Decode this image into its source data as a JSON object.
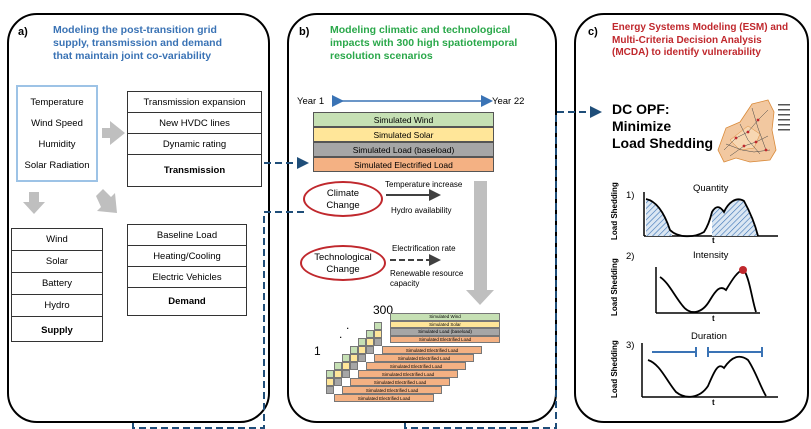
{
  "panel_a": {
    "label": "a)",
    "title": [
      "Modeling the post-transition grid",
      "supply, transmission and demand",
      "that maintain joint co-variability"
    ],
    "title_color": "#3a73b5",
    "climate_vars": [
      "Temperature",
      "Wind Speed",
      "Humidity",
      "Solar Radiation"
    ],
    "transmission": {
      "items": [
        "Transmission expansion",
        "New HVDC lines",
        "Dynamic rating"
      ],
      "label": "Transmission"
    },
    "supply": {
      "items": [
        "Wind",
        "Solar",
        "Battery",
        "Hydro"
      ],
      "label": "Supply"
    },
    "demand": {
      "items": [
        "Baseline Load",
        "Heating/Cooling",
        "Electric Vehicles"
      ],
      "label": "Demand"
    }
  },
  "panel_b": {
    "label": "b)",
    "title": [
      "Modeling climatic and technological",
      "impacts with 300 high spatiotemporal",
      "resolution scenarios"
    ],
    "title_color": "#2aa84a",
    "year_start": "Year 1",
    "year_end": "Year 22",
    "layers": [
      {
        "label": "Simulated Wind",
        "color": "#c6e0b4"
      },
      {
        "label": "Simulated Solar",
        "color": "#ffe699"
      },
      {
        "label": "Simulated Load (baseload)",
        "color": "#a6a6a6"
      },
      {
        "label": "Simulated Electrified Load",
        "color": "#f4b183"
      }
    ],
    "climate_change": "Climate Change",
    "climate_factors": [
      "Temperature increase",
      "Hydro availability"
    ],
    "tech_change": "Technological Change",
    "tech_factors": [
      "Electrification rate",
      "Renewable resource capacity"
    ],
    "count_top": "300",
    "count_bottom": "1",
    "dots": ".",
    "stack_label": "Simulated Electrified Load"
  },
  "panel_c": {
    "label": "c)",
    "title": [
      "Energy Systems Modeling (ESM) and",
      "Multi-Criteria Decision Analysis",
      "(MCDA) to identify vulnerability"
    ],
    "title_color": "#c0282d",
    "objective": [
      "DC OPF:",
      "Minimize",
      "Load Shedding"
    ],
    "metrics": [
      {
        "num": "1)",
        "name": "Quantity"
      },
      {
        "num": "2)",
        "name": "Intensity"
      },
      {
        "num": "3)",
        "name": "Duration"
      }
    ],
    "ylabel": "Load Shedding",
    "xlabel": "t"
  },
  "colors": {
    "arrow_blue": "#1f4e79",
    "gray_arrow": "#bfbfbf",
    "oval_red": "#c0282d",
    "box_border": "#9dc3e6"
  }
}
